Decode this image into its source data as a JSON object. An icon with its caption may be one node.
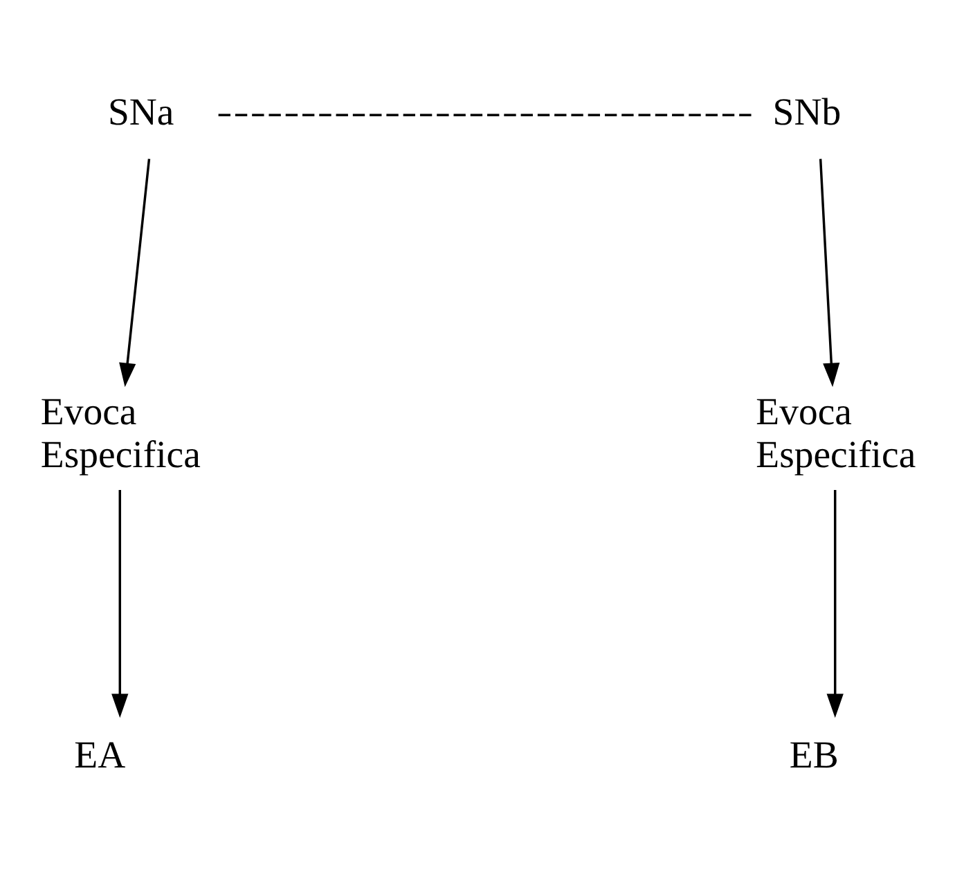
{
  "diagram": {
    "nodes": [
      {
        "text": [
          "SNa"
        ]
      },
      {
        "text": [
          "SNb"
        ]
      },
      {
        "text": [
          "Evoca",
          "Especifica"
        ]
      },
      {
        "text": [
          "Evoca",
          "Especifica"
        ]
      },
      {
        "text": [
          "EA"
        ]
      },
      {
        "text": [
          "EB"
        ]
      }
    ],
    "edges": [
      {
        "from": 0,
        "to": 1,
        "arrow": "none",
        "style": "dashed"
      },
      {
        "from": 0,
        "to": 2,
        "arrow": "to"
      },
      {
        "from": 1,
        "to": 3,
        "arrow": "to"
      },
      {
        "from": 2,
        "to": 4,
        "arrow": "to"
      },
      {
        "from": 3,
        "to": 5,
        "arrow": "to"
      }
    ]
  }
}
